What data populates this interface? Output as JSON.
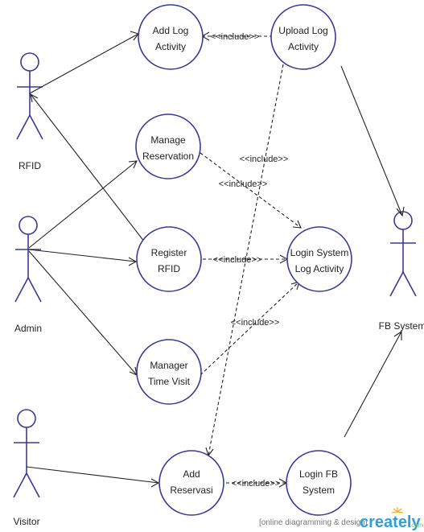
{
  "actors": {
    "rfid": "RFID",
    "admin": "Admin",
    "visitor": "Visitor",
    "fb_system": "FB System"
  },
  "use_cases": {
    "add_log_activity": [
      "Add Log",
      "Activity"
    ],
    "upload_log_activity": [
      "Upload Log",
      "Activity"
    ],
    "manage_reservation": [
      "Manage",
      "Reservation"
    ],
    "register_rfid": [
      "Register",
      "RFID"
    ],
    "login_system_log_activity": [
      "Login System",
      "Log Activity"
    ],
    "manager_time_visit": [
      "Manager",
      "Time Visit"
    ],
    "add_reservasi": [
      "Add",
      "Reservasi"
    ],
    "login_fb_system": [
      "Login FB",
      "System"
    ]
  },
  "relations": {
    "include_label": "<<include>>",
    "include_label_alt": "<<include>>"
  },
  "watermark": {
    "tagline": "[online diagramming & design]",
    "brand": "creately",
    "suffix": ".com"
  },
  "colors": {
    "shape_stroke": "#3a3a95",
    "line": "#222222",
    "brand": "#2f9fd9"
  }
}
